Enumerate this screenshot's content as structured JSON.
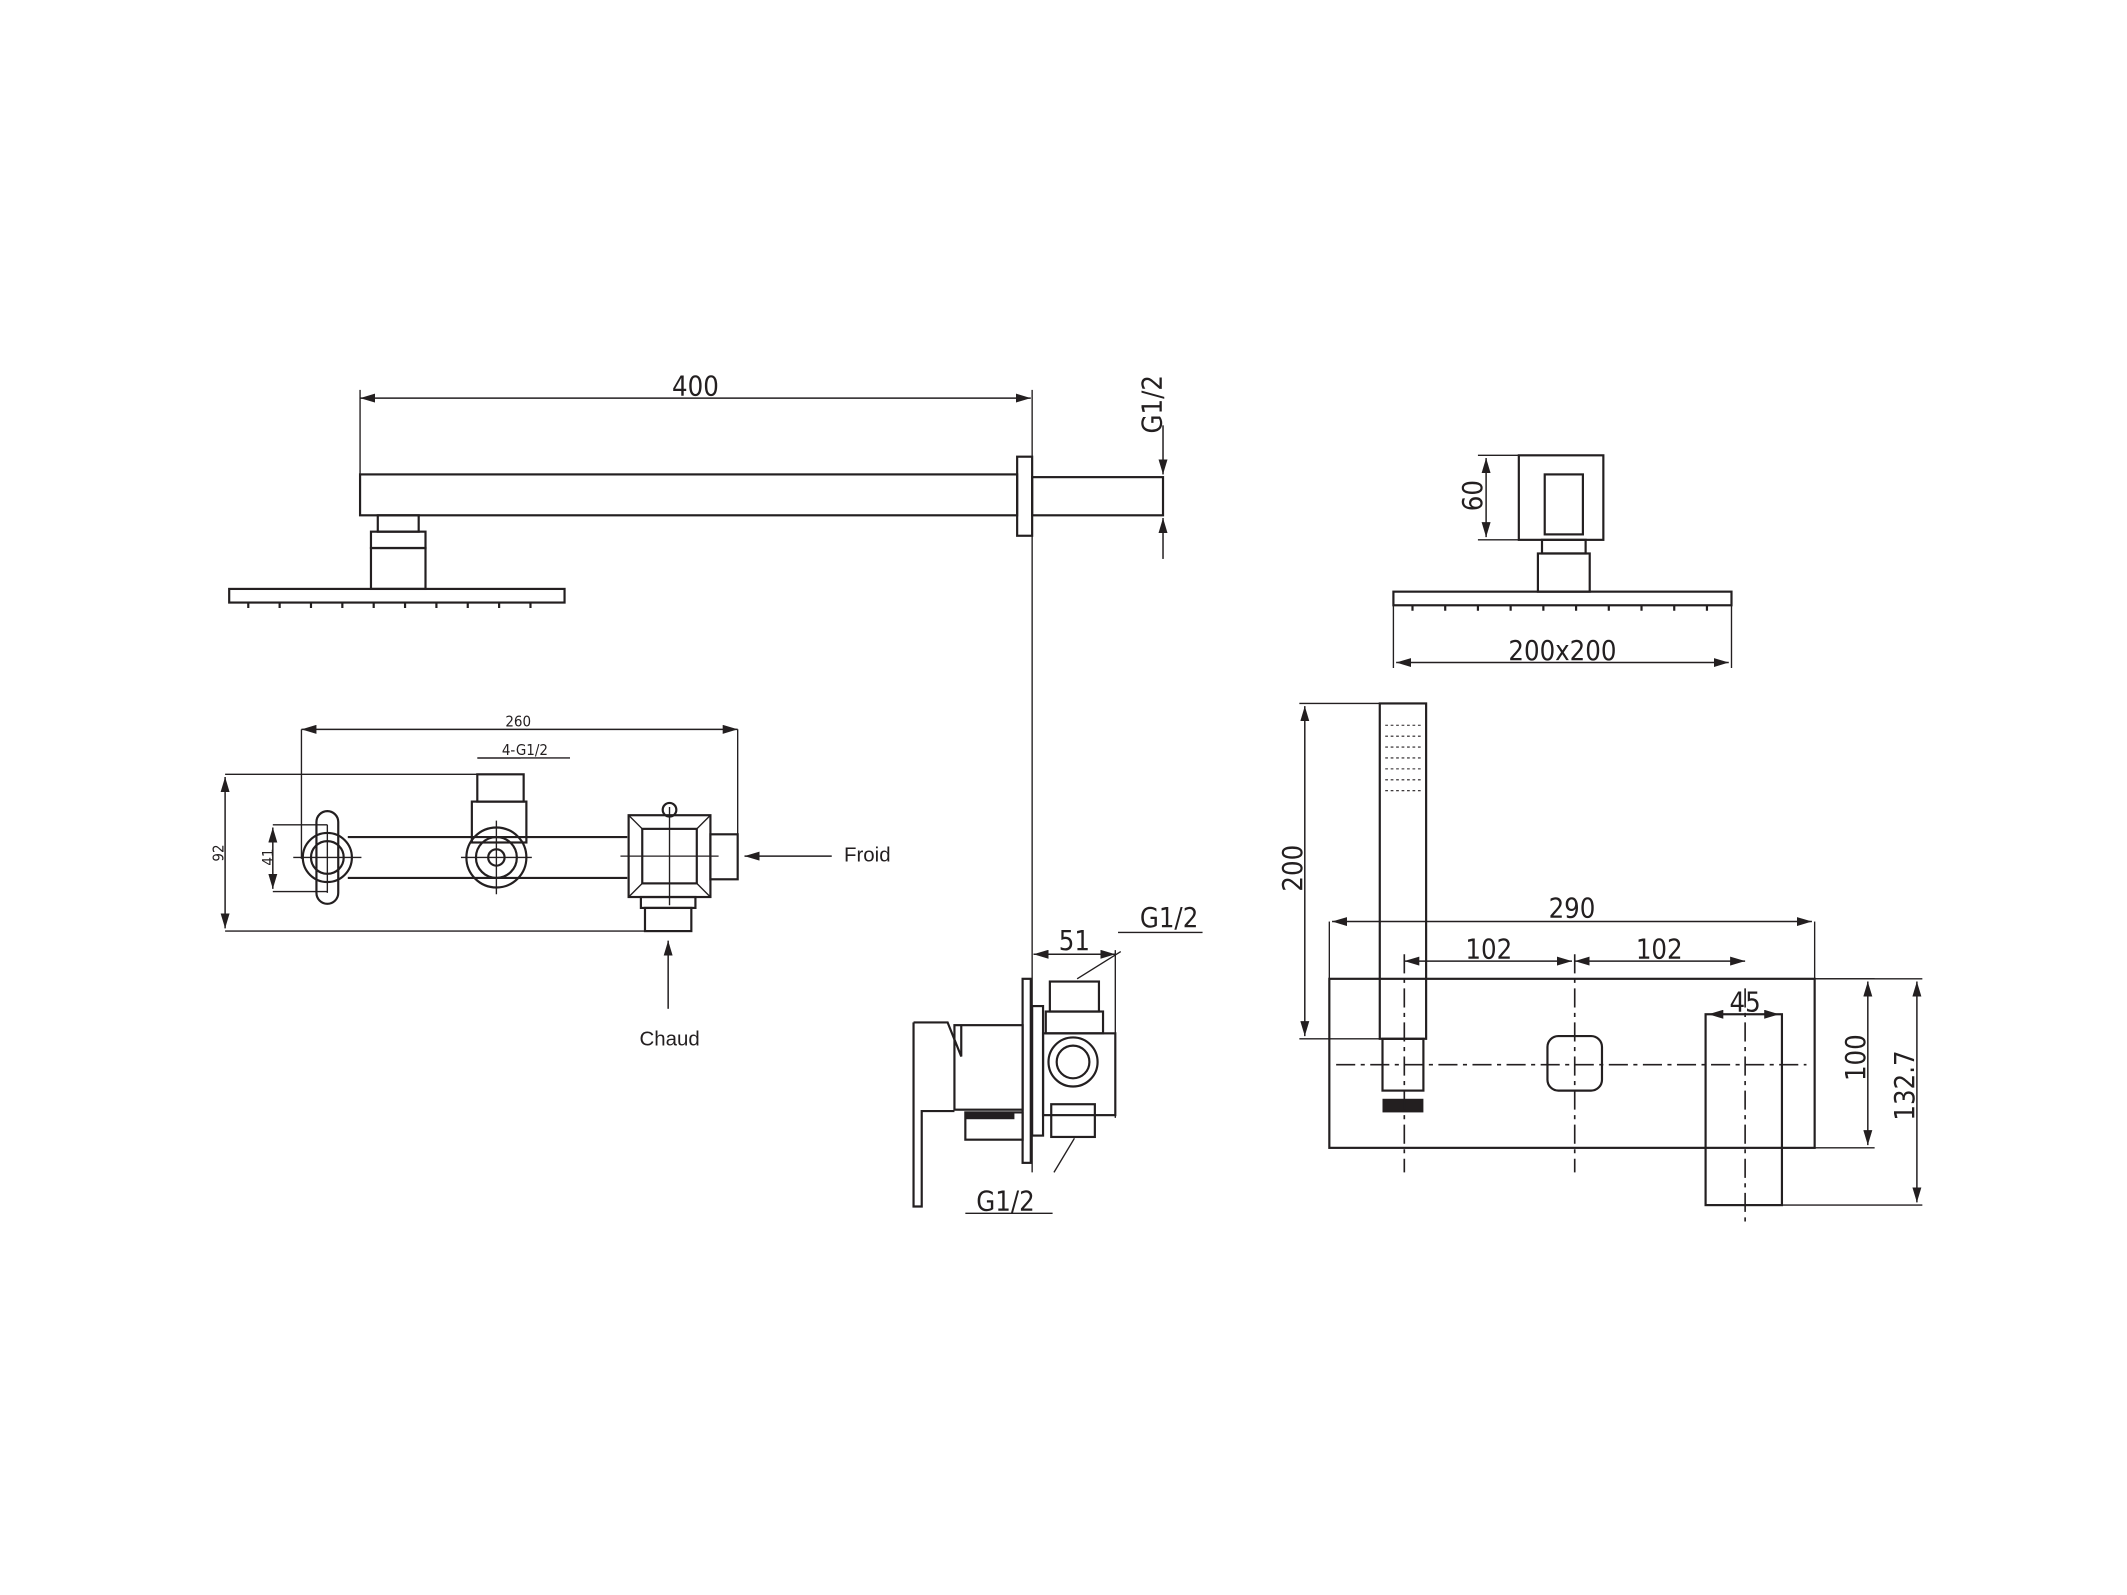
{
  "title": "Shower set technical drawing",
  "shower_arm": {
    "length": "400",
    "thread": "G1/2"
  },
  "shower_head": {
    "height": "60",
    "size": "200x200"
  },
  "valve_body": {
    "width": "260",
    "outlets": "4-G1/2",
    "height": "92",
    "center": "41",
    "cold_label": "Froid",
    "hot_label": "Chaud"
  },
  "mixer_side": {
    "depth": "51",
    "top_thread": "G1/2",
    "bottom_thread": "G1/2"
  },
  "front_view": {
    "hand_shower_length": "200",
    "width": "290",
    "spacing_left": "102",
    "spacing_right": "102",
    "spout_width": "45",
    "height_inner": "100",
    "height_total": "132.7"
  }
}
